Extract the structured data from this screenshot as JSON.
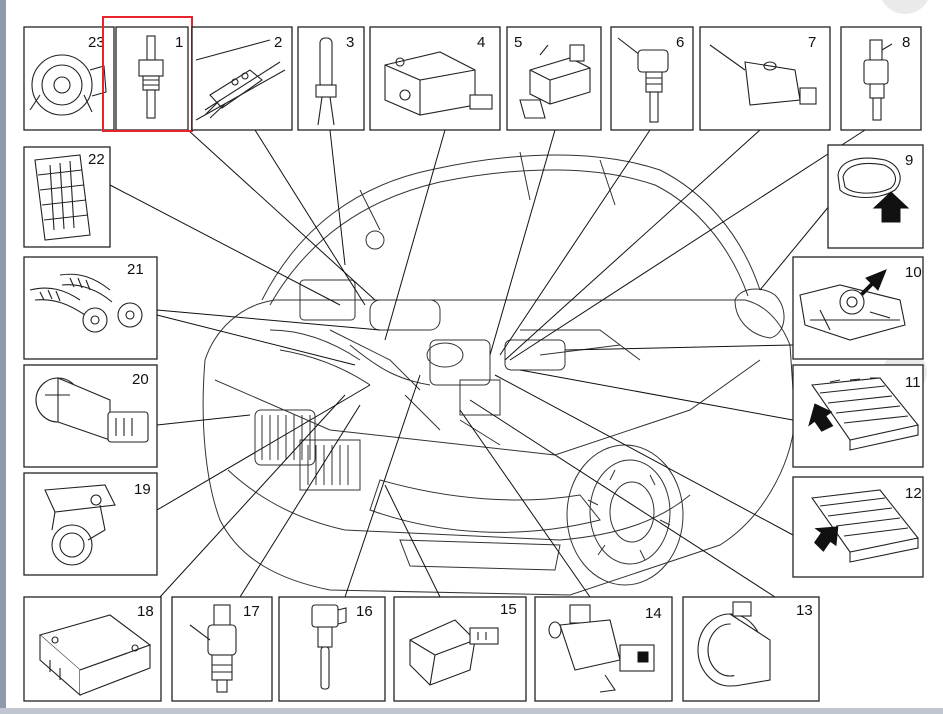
{
  "diagram": {
    "accent_color": "#e8232a",
    "selected_part": "1",
    "parts": [
      {
        "id": "p1",
        "label": "1"
      },
      {
        "id": "p2",
        "label": "2"
      },
      {
        "id": "p3",
        "label": "3"
      },
      {
        "id": "p4",
        "label": "4"
      },
      {
        "id": "p5",
        "label": "5"
      },
      {
        "id": "p6",
        "label": "6"
      },
      {
        "id": "p7",
        "label": "7"
      },
      {
        "id": "p8",
        "label": "8"
      },
      {
        "id": "p9",
        "label": "9"
      },
      {
        "id": "p10",
        "label": "10"
      },
      {
        "id": "p11",
        "label": "11"
      },
      {
        "id": "p12",
        "label": "12"
      },
      {
        "id": "p13",
        "label": "13"
      },
      {
        "id": "p14",
        "label": "14"
      },
      {
        "id": "p15",
        "label": "15"
      },
      {
        "id": "p16",
        "label": "16"
      },
      {
        "id": "p17",
        "label": "17"
      },
      {
        "id": "p18",
        "label": "18"
      },
      {
        "id": "p19",
        "label": "19"
      },
      {
        "id": "p20",
        "label": "20"
      },
      {
        "id": "p21",
        "label": "21"
      },
      {
        "id": "p22",
        "label": "22"
      },
      {
        "id": "p23",
        "label": "23"
      }
    ],
    "icons": {
      "top_right_button": "circle-button-icon",
      "mid_right_button": "circle-button-icon"
    }
  }
}
